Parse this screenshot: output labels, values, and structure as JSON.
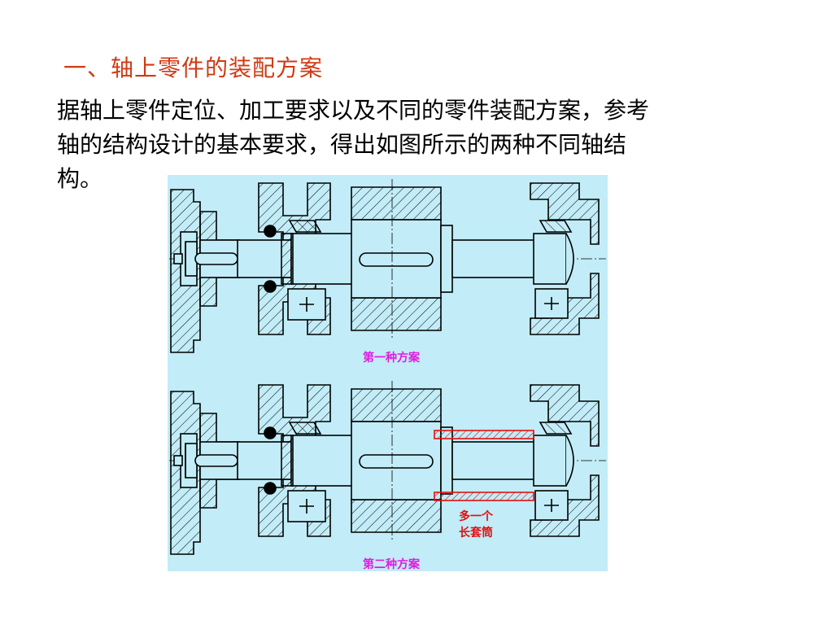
{
  "page": {
    "heading": "一、轴上零件的装配方案",
    "body_lines": [
      "据轴上零件定位、加工要求以及不同的零件装配方案，参考",
      "轴的结构设计的基本要求，得出如图所示的两种不同轴结",
      "构。"
    ]
  },
  "figure": {
    "scheme1_caption": "第一种方案",
    "scheme2_caption": "第二种方案",
    "annotation_line1": "多一个",
    "annotation_line2": "长套筒",
    "colors": {
      "background": "#c2ecf7",
      "caption": "#e01be0",
      "highlight": "#e01010",
      "drawing": "#000000"
    }
  }
}
